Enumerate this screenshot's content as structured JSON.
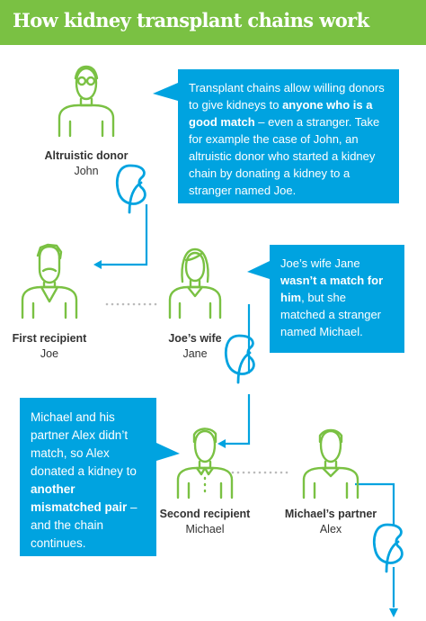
{
  "title": "How kidney transplant chains work",
  "colors": {
    "header": "#7ac143",
    "person": "#7ac143",
    "box": "#00a3e0",
    "connector": "#00a3e0",
    "dots": "#bbbbbb"
  },
  "people": [
    {
      "role": "Altruistic donor",
      "name": "John",
      "icon": "person-glasses-icon"
    },
    {
      "role": "First recipient",
      "name": "Joe",
      "icon": "person-beard-icon"
    },
    {
      "role": "Joe’s wife",
      "name": "Jane",
      "icon": "person-woman-icon"
    },
    {
      "role": "Second recipient",
      "name": "Michael",
      "icon": "person-man-icon"
    },
    {
      "role": "Michael’s partner",
      "name": "Alex",
      "icon": "person-man-icon"
    }
  ],
  "boxes": [
    {
      "parts": [
        {
          "t": "Transplant chains allow willing donors to give kidneys to ",
          "b": false
        },
        {
          "t": "anyone who is a good match",
          "b": true
        },
        {
          "t": " – even a stranger. Take for example the case of John, an altruistic donor who started a kidney chain by donating a kidney to a stranger named Joe.",
          "b": false
        }
      ]
    },
    {
      "parts": [
        {
          "t": "Joe’s wife Jane ",
          "b": false
        },
        {
          "t": "wasn’t a match for him",
          "b": true
        },
        {
          "t": ", but she matched a stranger named Michael.",
          "b": false
        }
      ]
    },
    {
      "parts": [
        {
          "t": "Michael and his partner Alex didn’t match, so Alex donated a kidney to ",
          "b": false
        },
        {
          "t": "another mismatched pair",
          "b": true
        },
        {
          "t": " – and the chain continues.",
          "b": false
        }
      ]
    }
  ],
  "kidney_icon": "kidney-icon"
}
